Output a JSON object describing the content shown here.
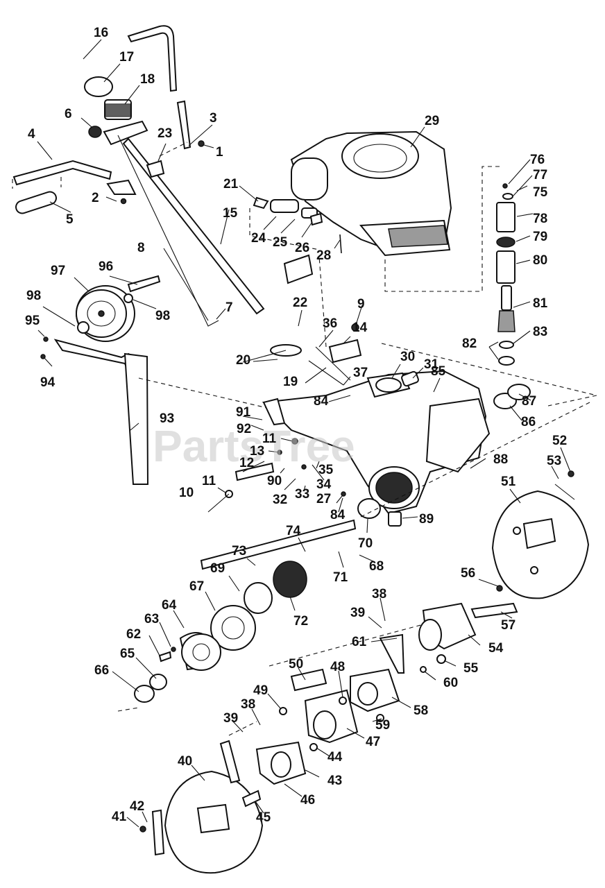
{
  "watermark": "PartsTree",
  "callouts": [
    "16",
    "17",
    "18",
    "6",
    "23",
    "3",
    "1",
    "4",
    "2",
    "5",
    "21",
    "15",
    "29",
    "76",
    "77",
    "75",
    "78",
    "79",
    "80",
    "81",
    "83",
    "82",
    "24",
    "25",
    "26",
    "28",
    "8",
    "97",
    "96",
    "98",
    "98",
    "95",
    "94",
    "7",
    "22",
    "9",
    "36",
    "14",
    "30",
    "31",
    "85",
    "87",
    "86",
    "20",
    "19",
    "37",
    "84",
    "91",
    "93",
    "92",
    "11",
    "13",
    "35",
    "12",
    "90",
    "34",
    "88",
    "52",
    "53",
    "27",
    "32",
    "33",
    "11",
    "10",
    "84",
    "89",
    "70",
    "51",
    "74",
    "73",
    "69",
    "68",
    "71",
    "67",
    "64",
    "72",
    "56",
    "57",
    "38",
    "39",
    "61",
    "54",
    "55",
    "60",
    "63",
    "62",
    "65",
    "66",
    "50",
    "48",
    "49",
    "58",
    "59",
    "38",
    "39",
    "47",
    "44",
    "43",
    "40",
    "46",
    "45",
    "41",
    "42"
  ]
}
